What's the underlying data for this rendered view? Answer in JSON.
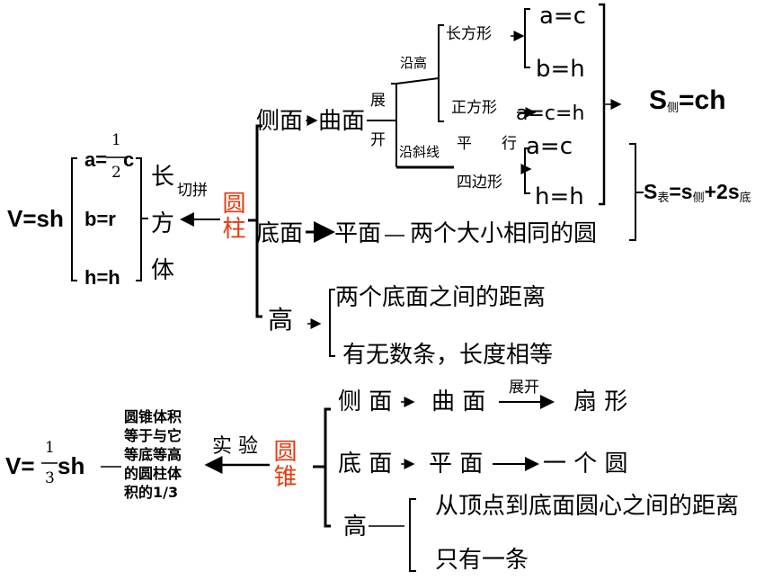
{
  "cylinder": {
    "title": "圆柱",
    "volume": "V=sh",
    "dims": {
      "a": "a=",
      "frac_num": "1",
      "frac_den": "2",
      "c": "c",
      "b": "b=r",
      "h": "h=h"
    },
    "cuboid": {
      "chang": "长",
      "fang": "方",
      "ti": "体"
    },
    "cut": "切拼",
    "side": "侧面",
    "curved": "曲面",
    "unfold": [
      "展",
      "开"
    ],
    "along_height": "沿高",
    "along_slant": "沿斜线",
    "rectangle": "长方形",
    "square": "正方形",
    "parallel_a": "平",
    "parallel_b": "行",
    "quad": "四边形",
    "rect_ac": "a=c",
    "rect_bh": "b=h",
    "square_eq": "a=c=h",
    "para_ac": "a=c",
    "para_hh": "h=h",
    "lateral": {
      "s": "S",
      "sub": "侧",
      "rest": "=ch"
    },
    "surface": {
      "s": "S",
      "sub1": "表",
      "mid": "=s",
      "sub2": "侧",
      "rest": "+2s",
      "sub3": "底"
    },
    "base": "底面",
    "plane": "平面",
    "two_circles": "两个大小相同的圆",
    "height": "高",
    "height_def": "两个底面之间的距离",
    "height_count": "有无数条，长度相等"
  },
  "cone": {
    "title": "圆锥",
    "volume_v": "V=",
    "frac_num": "1",
    "frac_den": "3",
    "volume_sh": "sh",
    "note": [
      "圆锥体积",
      "等于与它",
      "等底等高",
      "的圆柱体",
      "积的1/3"
    ],
    "experiment": "实 验",
    "side": "侧 面",
    "curved": "曲 面",
    "unfold": "展开",
    "sector": "扇 形",
    "base": "底 面",
    "plane": "平 面",
    "one_circle": "一 个 圆",
    "height": "高",
    "height_def": "从顶点到底面圆心之间的距离",
    "height_count": "只有一条"
  }
}
